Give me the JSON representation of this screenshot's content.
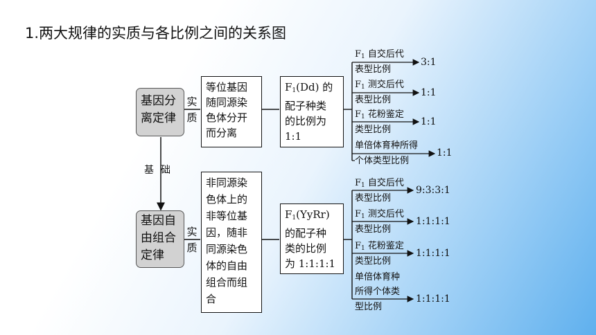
{
  "title": "1.两大规律的实质与各比例之间的关系图",
  "top": {
    "law_line1": "基因分",
    "law_line2": "离定律",
    "essence_label_1": "实",
    "essence_label_2": "质",
    "essence_box": [
      "等位基因",
      "随同源染",
      "色体分开",
      "而分离"
    ],
    "f1_box": [
      "F1(Dd) 的",
      "配子种类",
      "的比例为",
      "1:1"
    ],
    "branches": [
      {
        "label": "F1 自交后代",
        "label2": "表型比例",
        "value": "3:1"
      },
      {
        "label": "F1 测交后代",
        "label2": "表型比例",
        "value": "1:1"
      },
      {
        "label": "F1 花粉鉴定",
        "label2": "类型比例",
        "value": "1:1"
      },
      {
        "label": "单倍体育种所得",
        "label2": "个体类型比例",
        "value": "1:1"
      }
    ]
  },
  "link": {
    "char1": "基",
    "char2": "础"
  },
  "bottom": {
    "law_line1": "基因自",
    "law_line2": "由组合",
    "law_line3": "定律",
    "essence_label_1": "实",
    "essence_label_2": "质",
    "essence_box": [
      "非同源染",
      "色体上的",
      "非等位基",
      "因，随非",
      "同源染色",
      "体的自由",
      "组合而组",
      "合"
    ],
    "f1_box": [
      "F1(YyRr)",
      "的配子种",
      "类的比例",
      "为 1:1:1:1"
    ],
    "branches": [
      {
        "label": "F1 自交后代",
        "label2": "表型比例",
        "value": "9:3:3:1"
      },
      {
        "label": "F1 测交后代",
        "label2": "表型比例",
        "value": "1:1:1:1"
      },
      {
        "label": "F1 花粉鉴定",
        "label2": "类型比例",
        "value": "1:1:1:1"
      },
      {
        "label": "单倍体育种",
        "label2": "所得个体类",
        "label3": "型比例",
        "value": "1:1:1:1"
      }
    ]
  }
}
